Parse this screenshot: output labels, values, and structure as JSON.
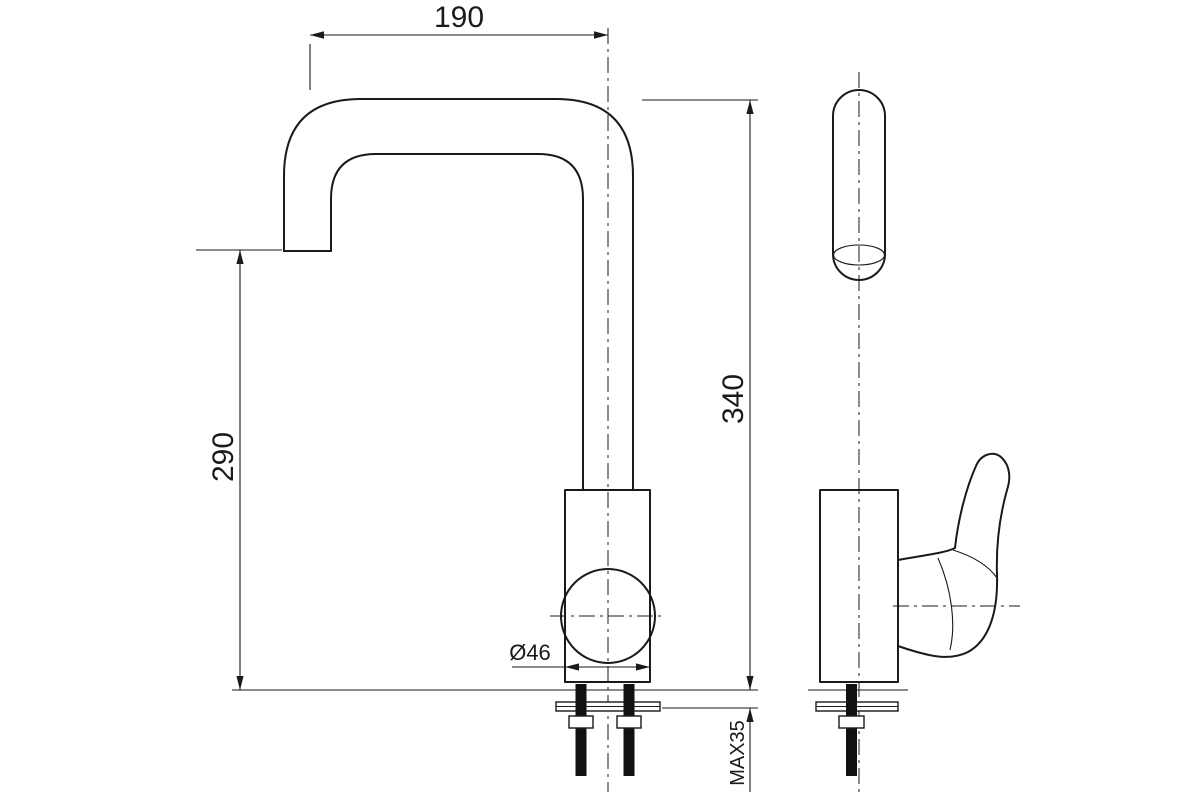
{
  "drawing": {
    "background": "#ffffff",
    "line_color": "#1a1a1a",
    "dimension_labels": {
      "spout_reach": "190",
      "spout_outlet_height": "290",
      "overall_height": "340",
      "body_diameter": "Ø46",
      "max_mounting_thickness": "MAX35"
    }
  }
}
